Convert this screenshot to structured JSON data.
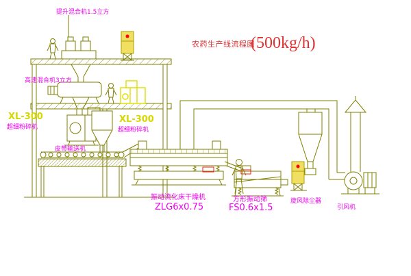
{
  "title": {
    "main": "农药生产线流程图",
    "capacity": "(500kg/h)"
  },
  "labels": {
    "elevator_mixer": "提升混合机1.5立方",
    "high_speed_mixer": "高速混合机3立方",
    "mill_left_model": "XL-300",
    "mill_left_name": "超细粉碎机",
    "mill_center_model": "XL-300",
    "mill_center_name": "超细粉碎机",
    "belt_conveyor": "皮带输送机",
    "dryer_name": "振动流化床干燥机",
    "dryer_model": "ZLG6x0.75",
    "screen_name": "方形振动筛",
    "screen_model": "FS0.6x1.5",
    "cyclone": "旋风除尘器",
    "fan": "引风机"
  },
  "colors": {
    "background": "#ffffff",
    "line": "#7f7f00",
    "highlight_equipment": "#dede00",
    "label_text": "#f000f0",
    "model_text": "#d8d800",
    "title_text": "#e03030",
    "indicator": "#ff0000",
    "cabinet_fill": "#f0df60"
  }
}
